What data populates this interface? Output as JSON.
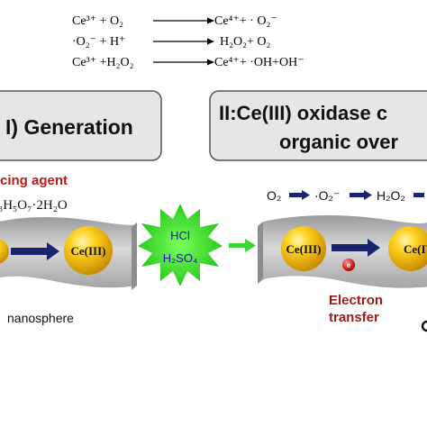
{
  "equations": [
    {
      "left": "Ce³⁺ + O₂",
      "right": "Ce⁴⁺+ · O₂⁻"
    },
    {
      "left": "·O₂⁻ + H⁺",
      "right": "H₂O₂+ O₂"
    },
    {
      "left": "Ce³⁺ +H₂O₂",
      "right": "Ce⁴⁺+ ·OH+OH⁻"
    }
  ],
  "panel_left": {
    "title": "I) Generation",
    "reducing_agent": "cing agent",
    "formula": "₃H₅O₇·2H₂O",
    "sphere_label": "Ce(III)",
    "caption": "nanosphere"
  },
  "acid_star": {
    "line1": "HCl",
    "line2": "H₂SO₄"
  },
  "panel_right": {
    "title_line1": "II:Ce(III) oxidase c",
    "title_line2": "organic over",
    "pathway": {
      "o2": "O₂",
      "superoxide": "·O₂⁻",
      "h2o2": "H₂O₂"
    },
    "sphere_left": "Ce(III)",
    "sphere_right": "Ce(IV",
    "electron_symbol": "e",
    "transfer_line1": "Electron",
    "transfer_line2": "transfer"
  },
  "colors": {
    "dark_red": "#9b1b1b",
    "navy_arrow": "#1a2470",
    "star_green": "#2fd62a",
    "gold": "#f2b800",
    "wave_gray": "#b8b8b8",
    "box_gray": "#e6e6e6"
  }
}
